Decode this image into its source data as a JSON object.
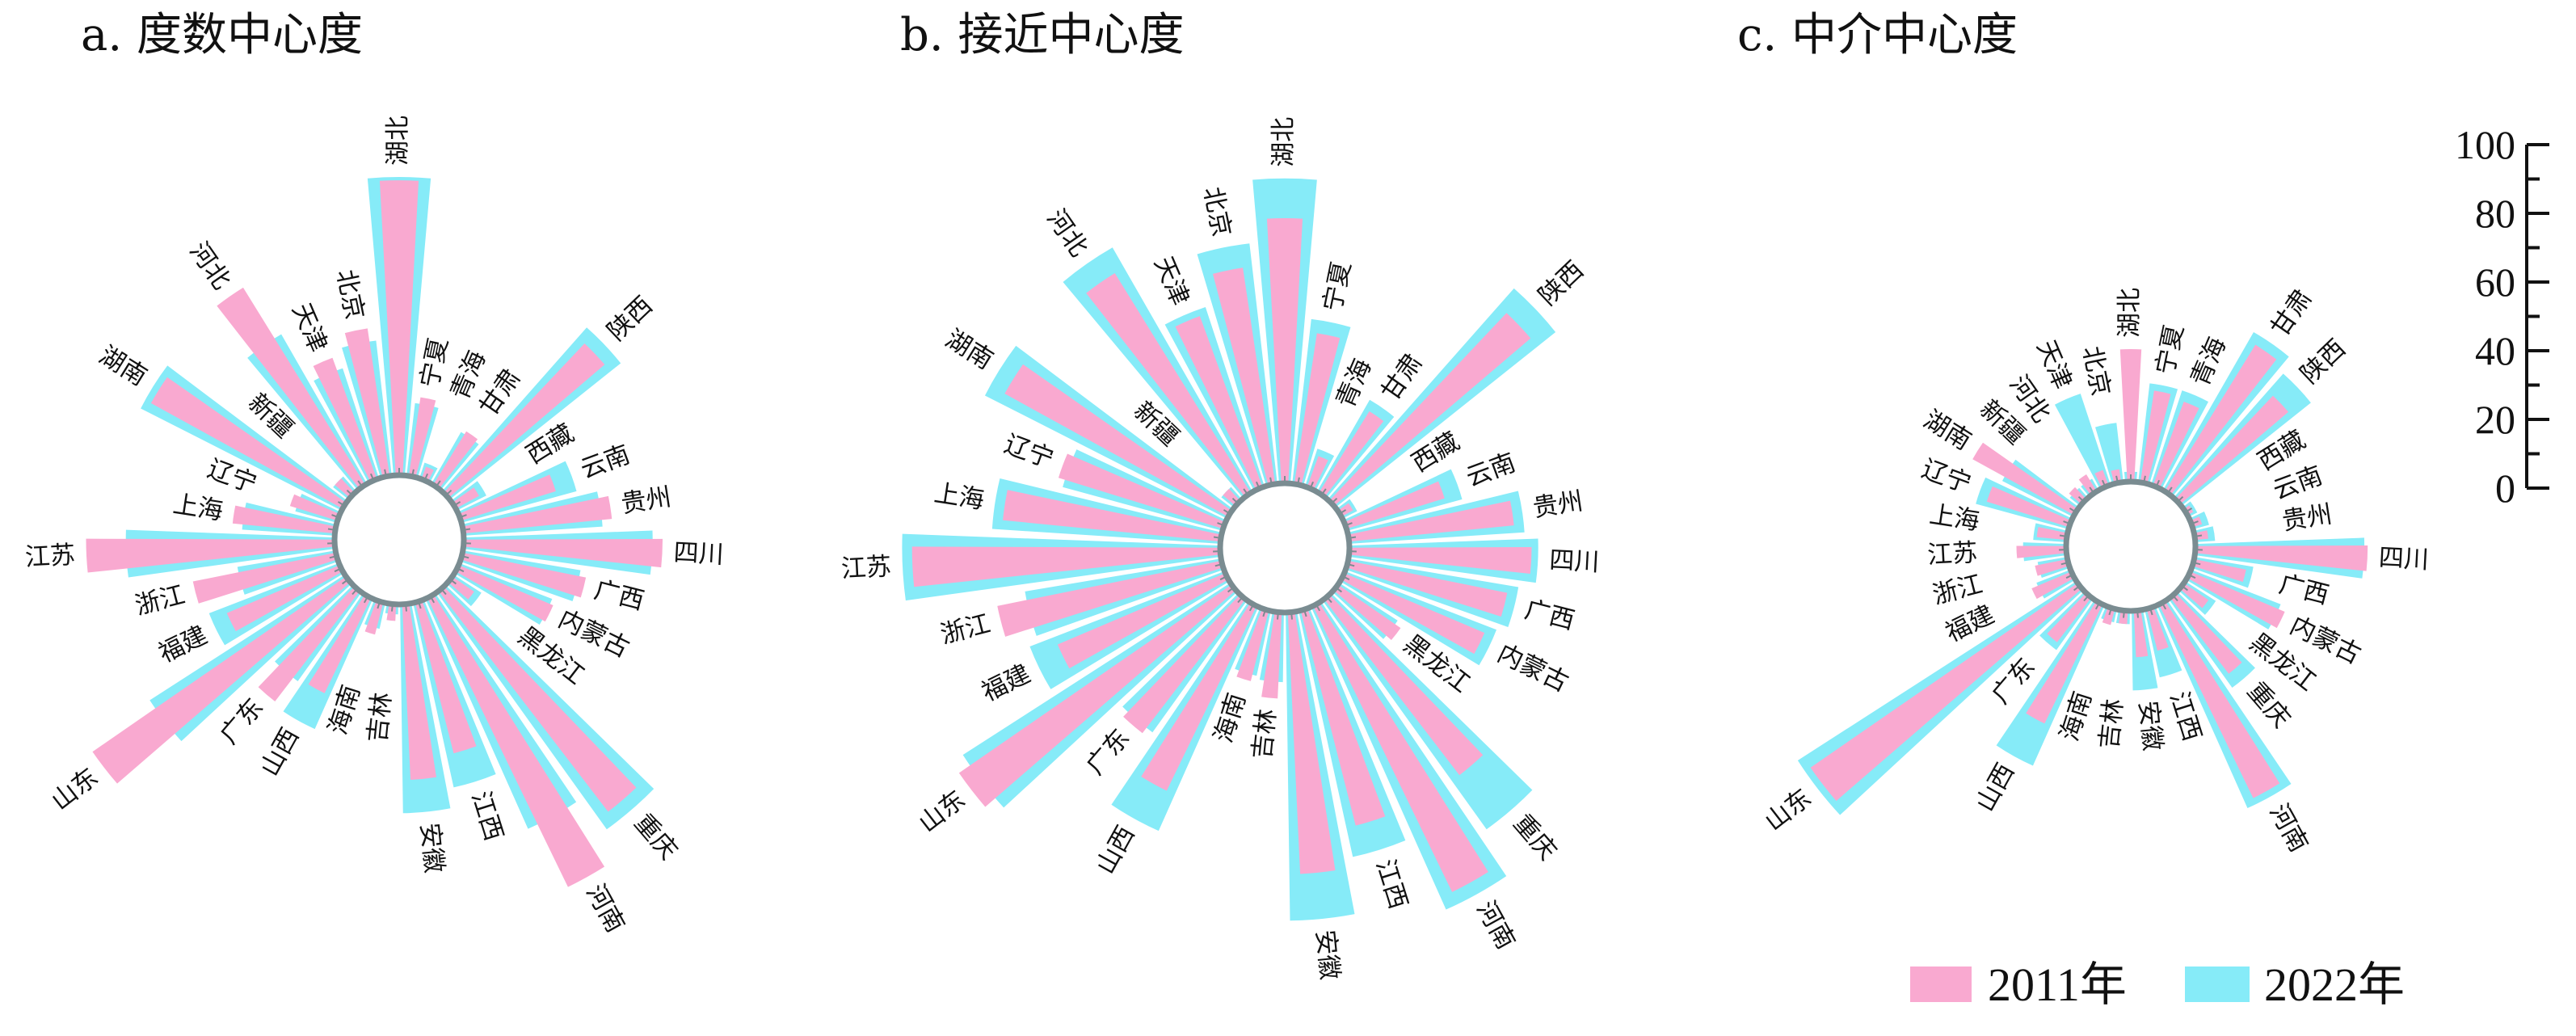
{
  "colors": {
    "y2011": "#F9A9D0",
    "y2022": "#86EBF8",
    "ring": "#7A8C91"
  },
  "legend": [
    {
      "label": "2011年",
      "color": "#F9A9D0"
    },
    {
      "label": "2022年",
      "color": "#86EBF8"
    }
  ],
  "scale_axis": {
    "ticks": [
      "0",
      "20",
      "40",
      "60",
      "80",
      "100"
    ],
    "tick_values": [
      0,
      20,
      40,
      60,
      80,
      100
    ],
    "range": [
      0,
      100
    ]
  },
  "chart_data": [
    {
      "type": "bar",
      "subtype": "radial",
      "title": "a. 度数中心度",
      "categories": [
        "湖北",
        "宁夏",
        "青海",
        "甘肃",
        "陕西",
        "西藏",
        "云南",
        "贵州",
        "四川",
        "广西",
        "内蒙古",
        "黑龙江",
        "重庆",
        "河南",
        "江西",
        "安徽",
        "吉林",
        "海南",
        "山西",
        "广东",
        "山东",
        "福建",
        "浙江",
        "江苏",
        "上海",
        "辽宁",
        "湖南",
        "新疆",
        "河北",
        "天津",
        "北京"
      ],
      "series": [
        {
          "name": "2011年",
          "values": [
            89,
            24,
            4,
            19,
            62,
            8,
            30,
            45,
            60,
            38,
            31,
            8,
            84,
            97,
            47,
            53,
            5,
            10,
            32,
            42,
            93,
            37,
            44,
            75,
            31,
            15,
            66,
            6,
            70,
            39,
            45
          ]
        },
        {
          "name": "2022年",
          "values": [
            90,
            22,
            5,
            18,
            66,
            10,
            36,
            42,
            57,
            36,
            30,
            10,
            88,
            76,
            57,
            63,
            3,
            8,
            43,
            33,
            70,
            42,
            30,
            63,
            28,
            13,
            68,
            6,
            52,
            35,
            41
          ]
        }
      ],
      "ylim": [
        0,
        100
      ]
    },
    {
      "type": "bar",
      "subtype": "radial",
      "title": "b. 接近中心度",
      "categories": [
        "湖北",
        "宁夏",
        "青海",
        "甘肃",
        "陕西",
        "西藏",
        "云南",
        "贵州",
        "四川",
        "广西",
        "内蒙古",
        "黑龙江",
        "重庆",
        "河南",
        "江西",
        "安徽",
        "吉林",
        "海南",
        "山西",
        "广东",
        "山东",
        "福建",
        "浙江",
        "江苏",
        "上海",
        "辽宁",
        "湖南",
        "新疆",
        "河北",
        "天津",
        "北京"
      ],
      "series": [
        {
          "name": "2011年",
          "values": [
            80,
            46,
            10,
            29,
            78,
            4,
            31,
            50,
            55,
            49,
            46,
            23,
            67,
            96,
            67,
            79,
            26,
            22,
            62,
            51,
            100,
            55,
            69,
            93,
            66,
            52,
            77,
            5,
            78,
            55,
            66
          ]
        },
        {
          "name": "2022年",
          "values": [
            92,
            50,
            12,
            32,
            85,
            5,
            36,
            53,
            57,
            52,
            49,
            21,
            85,
            100,
            76,
            93,
            21,
            20,
            74,
            49,
            96,
            63,
            60,
            96,
            69,
            50,
            82,
            5,
            85,
            57,
            73
          ]
        }
      ],
      "ylim": [
        0,
        100
      ]
    },
    {
      "type": "bar",
      "subtype": "radial",
      "title": "c. 中介中心度",
      "categories": [
        "湖北",
        "宁夏",
        "青海",
        "甘肃",
        "陕西",
        "西藏",
        "云南",
        "贵州",
        "四川",
        "广西",
        "内蒙古",
        "黑龙江",
        "重庆",
        "河南",
        "江西",
        "安徽",
        "吉林",
        "海南",
        "山西",
        "广东",
        "山东",
        "福建",
        "浙江",
        "江苏",
        "上海",
        "辽宁",
        "湖南",
        "新疆",
        "河北",
        "天津",
        "北京"
      ],
      "series": [
        {
          "name": "2011年",
          "values": [
            40,
            28,
            27,
            52,
            43,
            2,
            3,
            4,
            52,
            16,
            31,
            9,
            29,
            65,
            13,
            14,
            4,
            5,
            40,
            17,
            98,
            13,
            10,
            15,
            9,
            26,
            35,
            5,
            6,
            5,
            4
          ]
        },
        {
          "name": "2022年",
          "values": [
            3,
            30,
            30,
            55,
            50,
            3,
            5,
            6,
            51,
            18,
            29,
            11,
            33,
            67,
            21,
            24,
            4,
            4,
            53,
            19,
            100,
            11,
            9,
            13,
            10,
            29,
            24,
            4,
            4,
            29,
            18
          ]
        }
      ],
      "ylim": [
        0,
        100
      ]
    }
  ]
}
